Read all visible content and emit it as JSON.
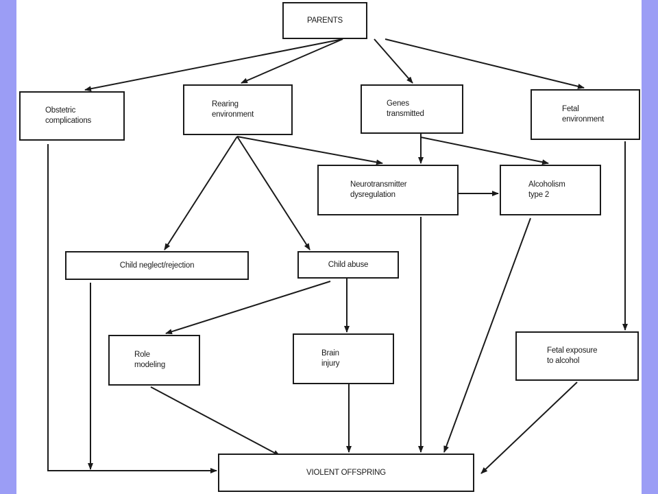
{
  "nodes": {
    "parents": {
      "lines": [
        "PARENTS"
      ]
    },
    "obstetric": {
      "lines": [
        "Obstetric",
        "complications"
      ]
    },
    "rearing": {
      "lines": [
        "Rearing",
        "environment"
      ]
    },
    "genes": {
      "lines": [
        "Genes",
        "transmitted"
      ]
    },
    "fetal_env": {
      "lines": [
        "Fetal",
        "environment"
      ]
    },
    "neuro": {
      "lines": [
        "Neurotransmitter",
        "dysregulation"
      ]
    },
    "alcoholism": {
      "lines": [
        "Alcoholism",
        "type 2"
      ]
    },
    "neglect": {
      "lines": [
        "Child neglect/rejection"
      ]
    },
    "abuse": {
      "lines": [
        "Child abuse"
      ]
    },
    "role": {
      "lines": [
        "Role",
        "modeling"
      ]
    },
    "brain": {
      "lines": [
        "Brain",
        "injury"
      ]
    },
    "fetal_exposure": {
      "lines": [
        "Fetal exposure",
        "to alcohol"
      ]
    },
    "violent": {
      "lines": [
        "VIOLENT OFFSPRING"
      ]
    }
  },
  "edges": [
    {
      "from": "parents",
      "to": "obstetric"
    },
    {
      "from": "parents",
      "to": "rearing"
    },
    {
      "from": "parents",
      "to": "genes"
    },
    {
      "from": "parents",
      "to": "fetal_env"
    },
    {
      "from": "rearing",
      "to": "neuro"
    },
    {
      "from": "rearing",
      "to": "neglect"
    },
    {
      "from": "rearing",
      "to": "abuse"
    },
    {
      "from": "genes",
      "to": "neuro"
    },
    {
      "from": "genes",
      "to": "alcoholism"
    },
    {
      "from": "neuro",
      "to": "alcoholism"
    },
    {
      "from": "abuse",
      "to": "role"
    },
    {
      "from": "abuse",
      "to": "brain"
    },
    {
      "from": "fetal_env",
      "to": "fetal_exposure"
    },
    {
      "from": "obstetric",
      "to": "violent"
    },
    {
      "from": "neglect",
      "to": "violent"
    },
    {
      "from": "role",
      "to": "violent"
    },
    {
      "from": "brain",
      "to": "violent"
    },
    {
      "from": "neuro",
      "to": "violent"
    },
    {
      "from": "alcoholism",
      "to": "violent"
    },
    {
      "from": "fetal_exposure",
      "to": "violent"
    }
  ],
  "colors": {
    "background": "#9b9df5",
    "canvas": "#ffffff",
    "ink": "#1a1a1a"
  }
}
